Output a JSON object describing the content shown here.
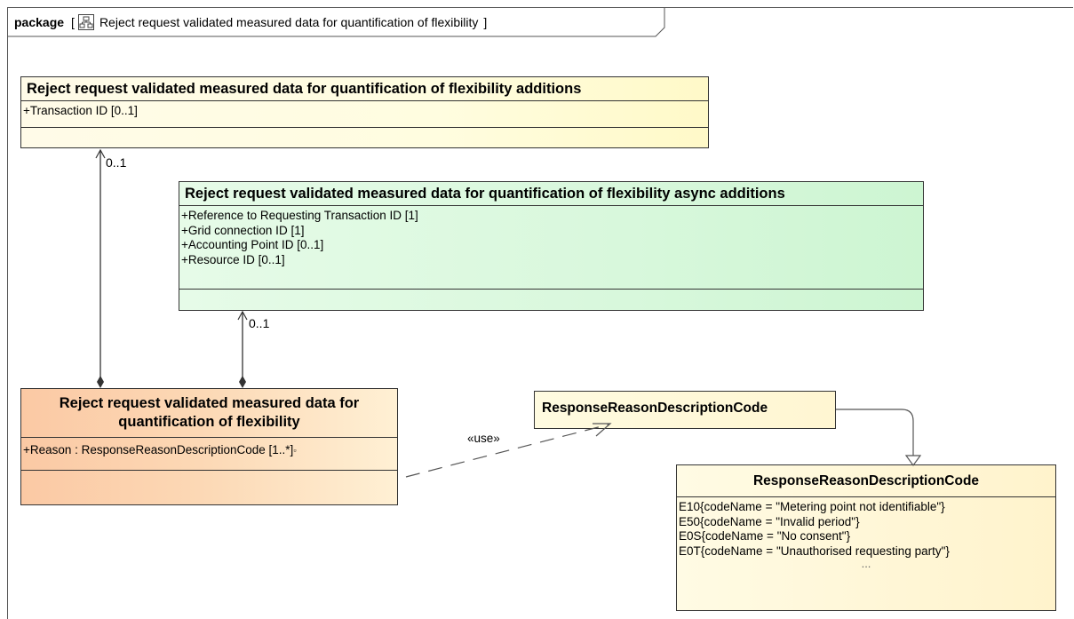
{
  "package": {
    "keyword": "package",
    "name": "Reject request validated measured data for quantification of flexibility",
    "open_bracket": "[",
    "close_bracket": "]"
  },
  "classes": {
    "additions": {
      "title": "Reject request validated measured data for quantification of flexibility additions",
      "attributes": [
        "+Transaction ID [0..1]"
      ]
    },
    "async_additions": {
      "title": "Reject request validated measured data for quantification of flexibility async additions",
      "attributes": [
        "+Reference to Requesting Transaction ID [1]",
        "+Grid connection ID [1]",
        "+Accounting Point ID [0..1]",
        "+Resource ID [0..1]"
      ]
    },
    "main": {
      "title": "Reject request validated measured data for quantification of flexibility",
      "attributes": [
        "+Reason : ResponseReasonDescriptionCode [1..*]"
      ]
    },
    "code_small": {
      "title": "ResponseReasonDescriptionCode"
    },
    "code_enum": {
      "title": "ResponseReasonDescriptionCode",
      "literals": [
        "E10{codeName = \"Metering point not identifiable\"}",
        "E50{codeName = \"Invalid period\"}",
        "E0S{codeName = \"No consent\"}",
        "E0T{codeName = \"Unauthorised requesting party\"}"
      ],
      "more": "..."
    }
  },
  "connectors": {
    "additions_multiplicity": "0..1",
    "async_multiplicity": "0..1",
    "use_label": "«use»"
  }
}
